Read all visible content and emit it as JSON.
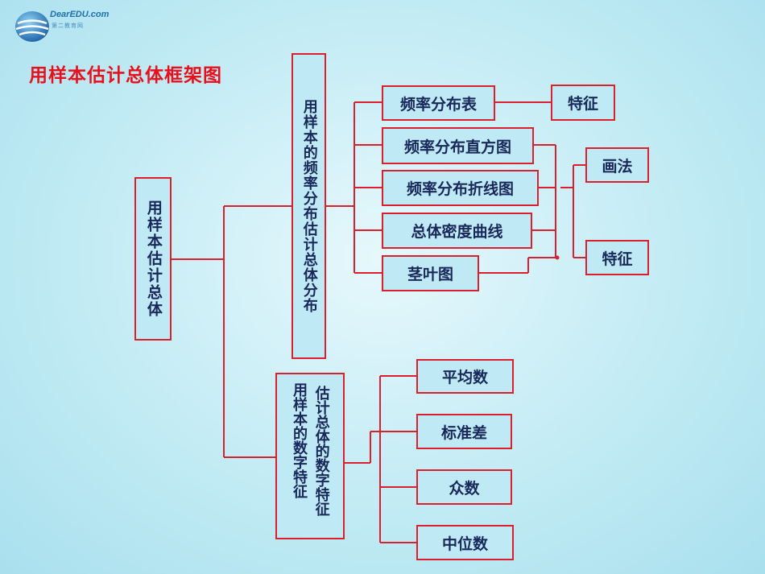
{
  "logo": {
    "brand": "DearEDU.com",
    "subtitle": "第二教育网"
  },
  "title": "用样本估计总体框架图",
  "root": "用样本估计总体",
  "distribution": {
    "label": "用样本的频率分布估计总体分布",
    "items": [
      "频率分布表",
      "频率分布直方图",
      "频率分布折线图",
      "总体密度曲线",
      "茎叶图"
    ],
    "table_feature": "特征",
    "methods": "画法",
    "features": "特征"
  },
  "numeric": {
    "label_left": "用样本的数字特征",
    "label_right": "估计总体的数字特征",
    "items": [
      "平均数",
      "标准差",
      "众数",
      "中位数"
    ]
  },
  "colors": {
    "border": "#d8202e",
    "title": "#e8101c",
    "text": "#18285a",
    "box_fill": "#bfe9f4"
  }
}
